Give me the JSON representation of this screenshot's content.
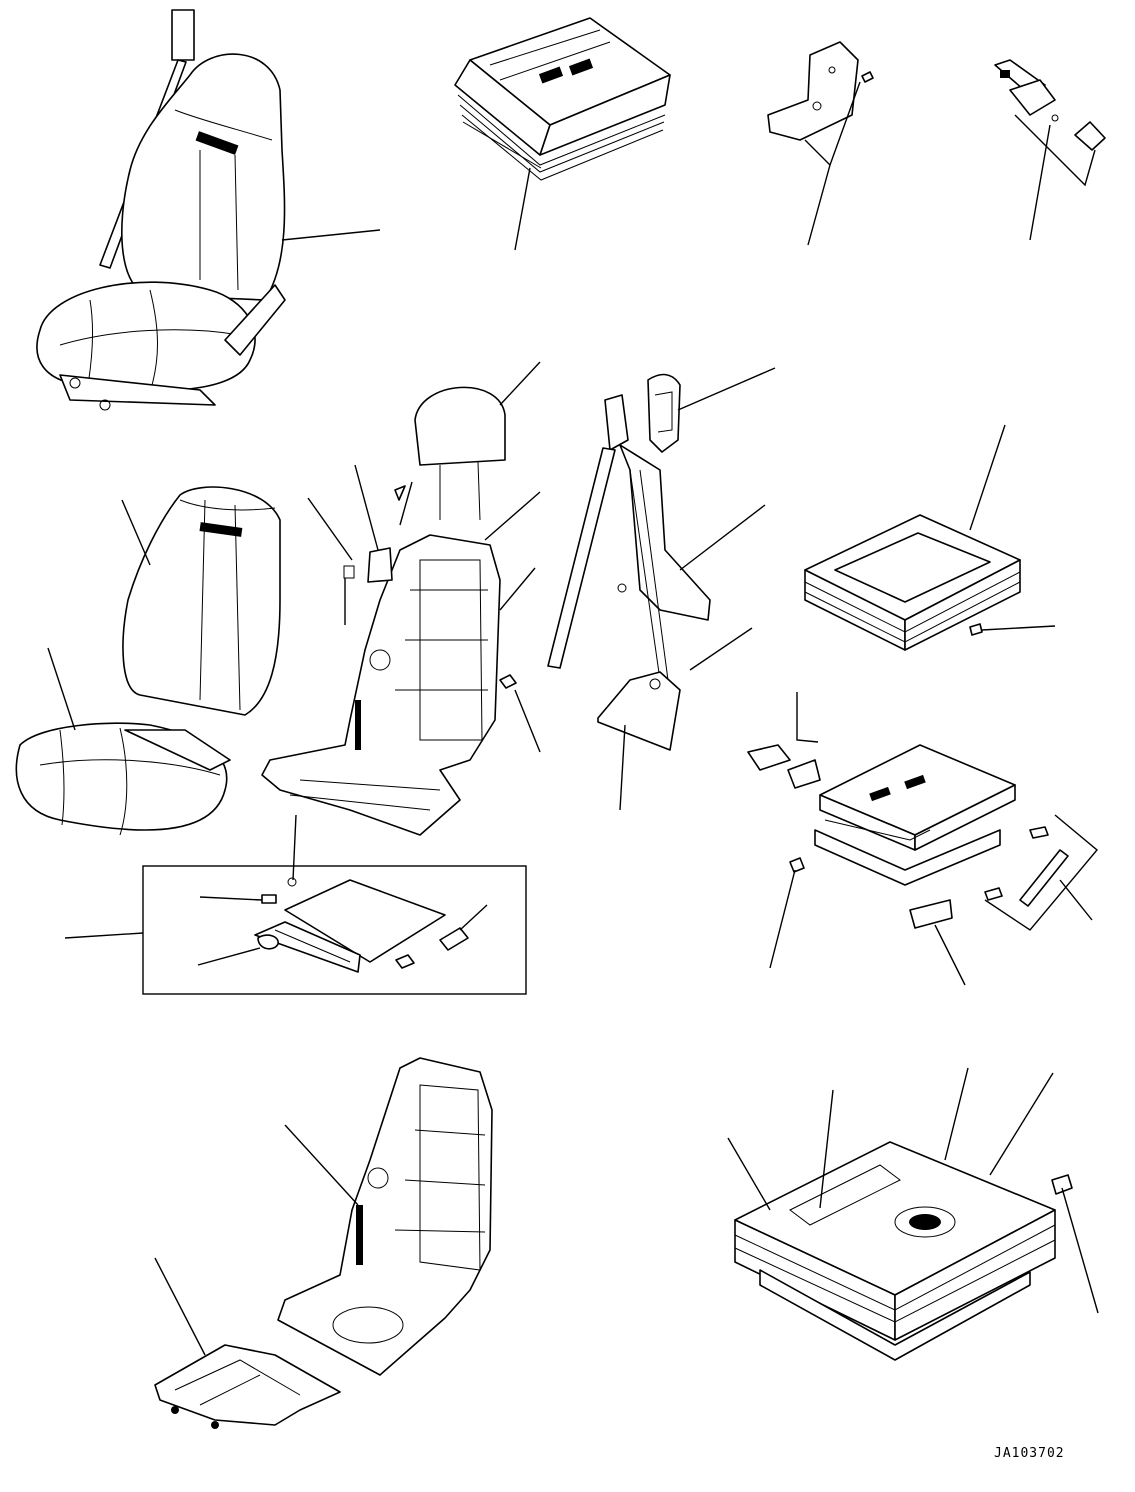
{
  "figure": {
    "code": "JA103702",
    "line_color": "#000000",
    "background": "#ffffff"
  },
  "groups": [
    {
      "id": "seat-assembly",
      "icon": "operator-seat-icon"
    },
    {
      "id": "suspension-unit-top",
      "icon": "suspension-box-icon"
    },
    {
      "id": "bracket-top",
      "icon": "bracket-icon"
    },
    {
      "id": "switch-top",
      "icon": "switch-icon"
    },
    {
      "id": "seat-covers",
      "icon": "seat-cover-icon"
    },
    {
      "id": "seat-frame",
      "icon": "seat-frame-icon"
    },
    {
      "id": "headrest",
      "icon": "headrest-icon"
    },
    {
      "id": "seat-belt",
      "icon": "seat-belt-icon"
    },
    {
      "id": "bellows-cover",
      "icon": "bellows-icon"
    },
    {
      "id": "slide-plate-box",
      "icon": "slide-plate-icon"
    },
    {
      "id": "suspension-parts",
      "icon": "suspension-parts-icon"
    },
    {
      "id": "frame-lower",
      "icon": "seat-frame-icon"
    },
    {
      "id": "suspension-lower",
      "icon": "suspension-box-icon"
    }
  ]
}
